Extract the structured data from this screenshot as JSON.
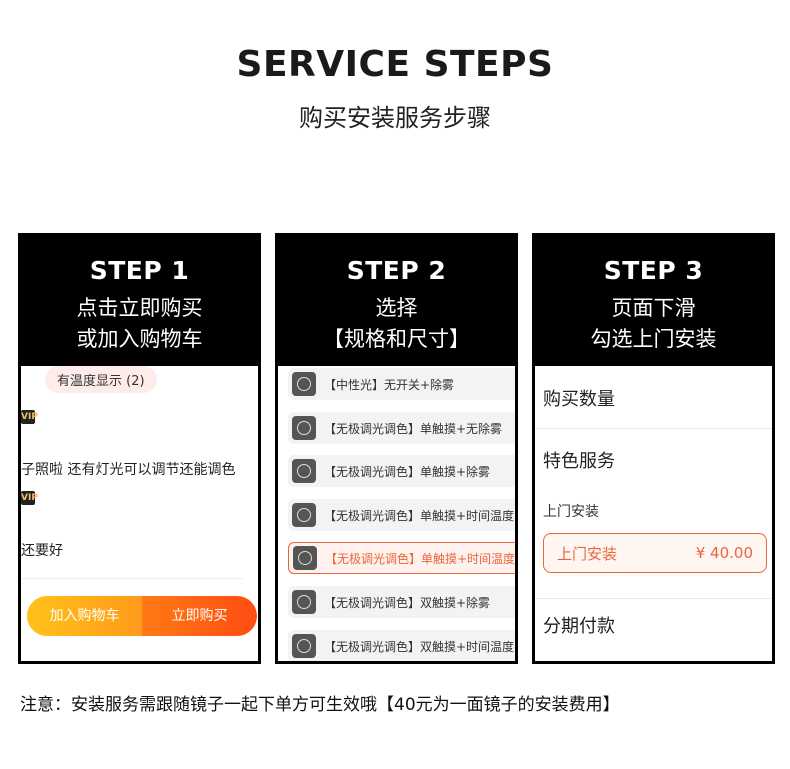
{
  "header": {
    "title": "SERVICE STEPS",
    "subtitle": "购买安装服务步骤"
  },
  "steps": [
    {
      "label": "STEP 1",
      "line1": "点击立即购买",
      "line2": "或加入购物车"
    },
    {
      "label": "STEP 2",
      "line1": "选择",
      "line2": "【规格和尺寸】"
    },
    {
      "label": "STEP 3",
      "line1": "页面下滑",
      "line2": "勾选上门安装"
    }
  ],
  "step1": {
    "review_tag": "有温度显示 (2)",
    "vip_badge": "VIP",
    "comment_1": "子照啦 还有灯光可以调节还能调色",
    "comment_2": "还要好",
    "cart_label": "加入购物车",
    "buy_label": "立即购买"
  },
  "step2": {
    "options": [
      "【中性光】无开关+除雾",
      "【无极调光调色】单触摸+无除雾",
      "【无极调光调色】单触摸+除雾",
      "【无极调光调色】单触摸+时间温度",
      "【无极调光调色】单触摸+时间温度",
      "【无极调光调色】双触摸+除雾",
      "【无极调光调色】双触摸+时间温度"
    ],
    "selected_index": 4
  },
  "step3": {
    "quantity_label": "购买数量",
    "service_label": "特色服务",
    "install_title": "上门安装",
    "install_option": "上门安装",
    "install_price": "¥ 40.00",
    "installment_label": "分期付款"
  },
  "footer": {
    "note": "注意：安装服务需跟随镜子一起下单方可生效哦【40元为一面镜子的安装费用】"
  },
  "colors": {
    "accent": "#e8673c",
    "cart_gradient": "#ffc21a",
    "buy_gradient": "#ff4d12"
  }
}
